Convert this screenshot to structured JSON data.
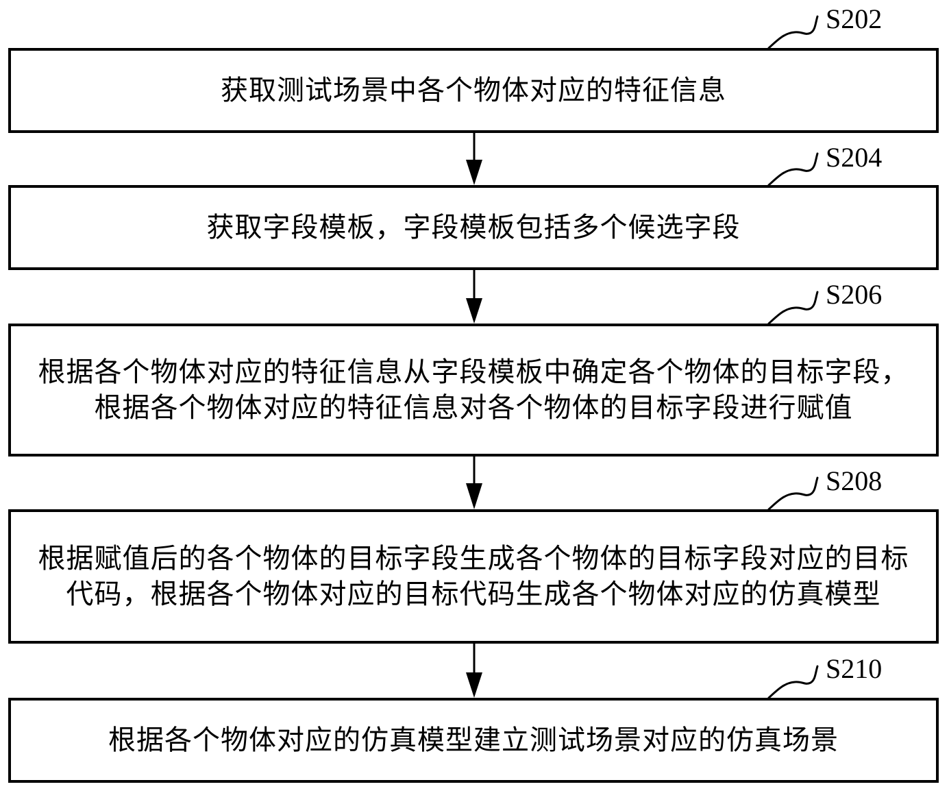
{
  "diagram": {
    "type": "flowchart",
    "direction": "top-to-bottom",
    "steps": [
      {
        "id": "S202",
        "label": "S202",
        "text": "获取测试场景中各个物体对应的特征信息"
      },
      {
        "id": "S204",
        "label": "S204",
        "text": "获取字段模板，字段模板包括多个候选字段"
      },
      {
        "id": "S206",
        "label": "S206",
        "text": "根据各个物体对应的特征信息从字段模板中确定各个物体的目标字段，根据各个物体对应的特征信息对各个物体的目标字段进行赋值"
      },
      {
        "id": "S208",
        "label": "S208",
        "text": "根据赋值后的各个物体的目标字段生成各个物体的目标字段对应的目标代码，根据各个物体对应的目标代码生成各个物体对应的仿真模型"
      },
      {
        "id": "S210",
        "label": "S210",
        "text": "根据各个物体对应的仿真模型建立测试场景对应的仿真场景"
      }
    ],
    "edges": [
      {
        "from": "S202",
        "to": "S204"
      },
      {
        "from": "S204",
        "to": "S206"
      },
      {
        "from": "S206",
        "to": "S208"
      },
      {
        "from": "S208",
        "to": "S210"
      }
    ]
  }
}
